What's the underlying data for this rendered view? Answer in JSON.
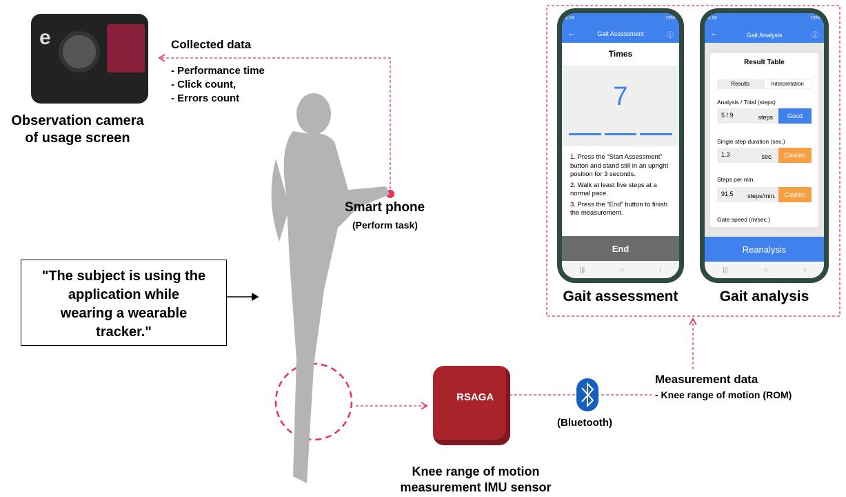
{
  "camera": {
    "label_line1": "Observation camera",
    "label_line2": "of usage screen",
    "brand_glyph": "e"
  },
  "collected": {
    "title": "Collected data",
    "items": [
      "- Performance time",
      "- Click count,",
      "- Errors count"
    ]
  },
  "smartphone": {
    "title": "Smart phone",
    "subtitle": "(Perform task)"
  },
  "quote": {
    "line1": "\"The subject is using the",
    "line2": "application while",
    "line3": "wearing a wearable",
    "line4": "tracker.\""
  },
  "sensor": {
    "brand": "RSAGA",
    "label_line1": "Knee range of motion",
    "label_line2": "measurement IMU sensor"
  },
  "bluetooth": {
    "label": "(Bluetooth)"
  },
  "measurement": {
    "title": "Measurement data",
    "item": "- Knee range of motion (ROM)"
  },
  "phone1": {
    "status_time": "3:18",
    "status_battery": "73%",
    "header": "Gait Assessment",
    "section": "Times",
    "count": "7",
    "instructions": [
      "1. Press the “Start Assessment” button and stand still in an upright position for 3 seconds.",
      "2. Walk at least five steps at a normal pace.",
      "3. Press the “End” button to finish the measurement."
    ],
    "end_button": "End",
    "caption": "Gait assessment"
  },
  "phone2": {
    "status_time": "3:18",
    "status_battery": "73%",
    "header": "Gait Analysis",
    "card_title": "Result Table",
    "tabs": [
      "Results",
      "Interpretation"
    ],
    "metrics": [
      {
        "label": "Analysis / Total (steps)",
        "value": "5 / 9",
        "unit": "steps",
        "status": "Good",
        "color": "#3f82ee"
      },
      {
        "label": "Single step duration (sec.)",
        "value": "1.3",
        "unit": "sec.",
        "status": "Caution",
        "color": "#f7a043"
      },
      {
        "label": "Steps per min.",
        "value": "91.5",
        "unit": "steps/min.",
        "status": "Caution",
        "color": "#f7a043"
      }
    ],
    "last_label": "Gate speed (m/sec.)",
    "reanalysis_button": "Reanalysis",
    "caption": "Gait analysis"
  },
  "colors": {
    "dashed": "#e8325a",
    "accent": "#3f82ee"
  }
}
